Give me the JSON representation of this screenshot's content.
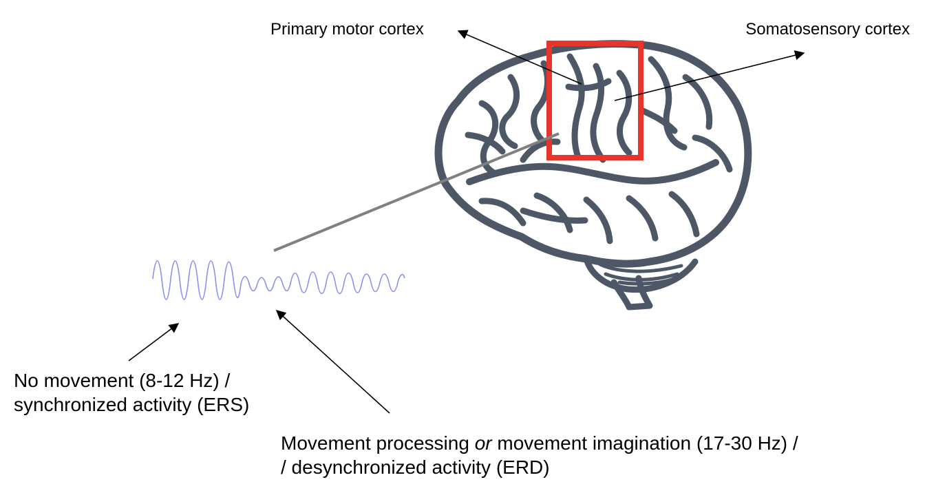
{
  "labels": {
    "primary_motor": "Primary motor cortex",
    "somatosensory": "Somatosensory cortex",
    "no_movement_line1": "No movement (8-12 Hz) /",
    "no_movement_line2": "synchronized activity (ERS)",
    "movement_line1_a": "Movement processing ",
    "movement_line1_em": "or",
    "movement_line1_b": " movement imagination (17-30 Hz) /",
    "movement_line2": "/ desynchronized activity (ERD)"
  },
  "colors": {
    "brain_outline": "#4d5765",
    "highlight_box": "#e8352b",
    "wave": "#8a8ff0",
    "connector": "#808080",
    "arrow": "#000000"
  },
  "icons": {
    "brain": "brain-illustration",
    "wave": "eeg-waveform"
  }
}
